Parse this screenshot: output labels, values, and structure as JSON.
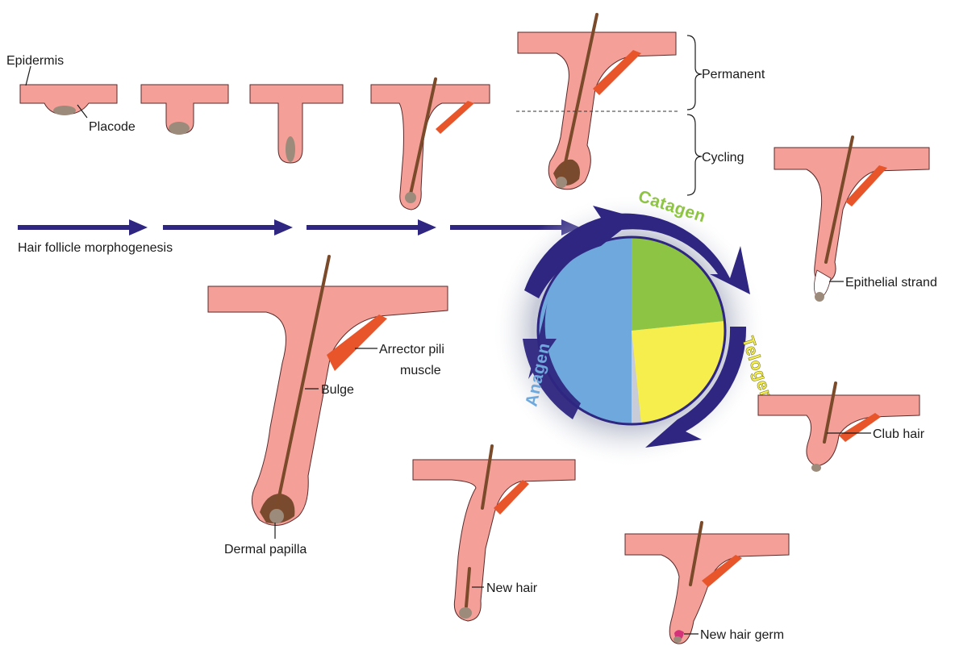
{
  "labels": {
    "epidermis": "Epidermis",
    "placode": "Placode",
    "permanent": "Permanent",
    "cycling": "Cycling",
    "morphogenesis": "Hair follicle morphogenesis",
    "arrector_line1": "Arrector pili",
    "arrector_line2": "muscle",
    "bulge": "Bulge",
    "dermal_papilla": "Dermal papilla",
    "epithelial_strand": "Epithelial strand",
    "club_hair": "Club hair",
    "new_hair": "New hair",
    "new_hair_germ": "New hair germ"
  },
  "cycle": {
    "catagen": "Catagen",
    "telogen": "Telogen",
    "anagen": "Anagen"
  },
  "colors": {
    "skin": "#f4a099",
    "hair": "#7a4a2a",
    "muscle": "#e8552a",
    "arrow": "#2e2680",
    "catagen": "#8dc443",
    "telogen": "#f5ee4c",
    "anagen": "#6fa8dc"
  }
}
